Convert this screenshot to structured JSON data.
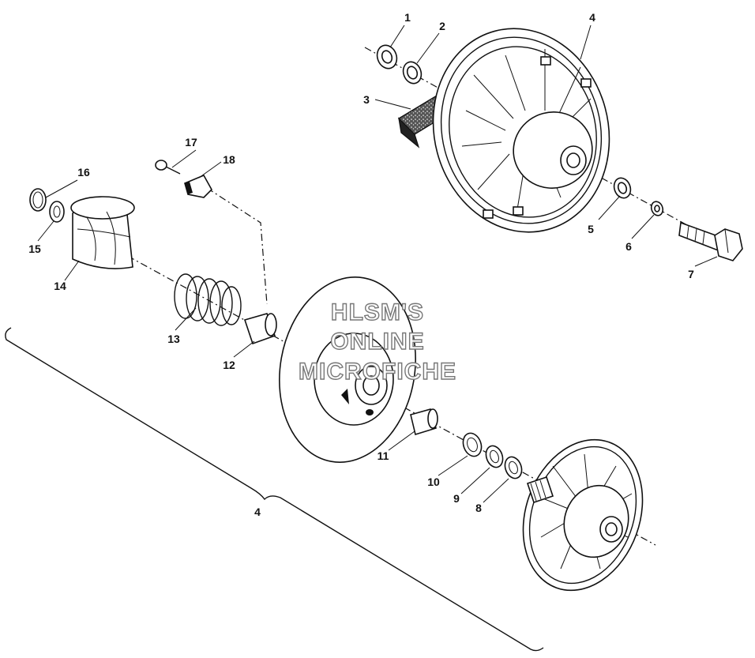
{
  "diagram": {
    "part_labels": [
      "1",
      "2",
      "3",
      "4",
      "5",
      "6",
      "7",
      "8",
      "9",
      "10",
      "11",
      "12",
      "13",
      "14",
      "15",
      "16",
      "17",
      "18"
    ],
    "assembly_label": "4",
    "watermark": [
      "HLSM'S",
      "ONLINE",
      "MICROFICHE"
    ]
  }
}
